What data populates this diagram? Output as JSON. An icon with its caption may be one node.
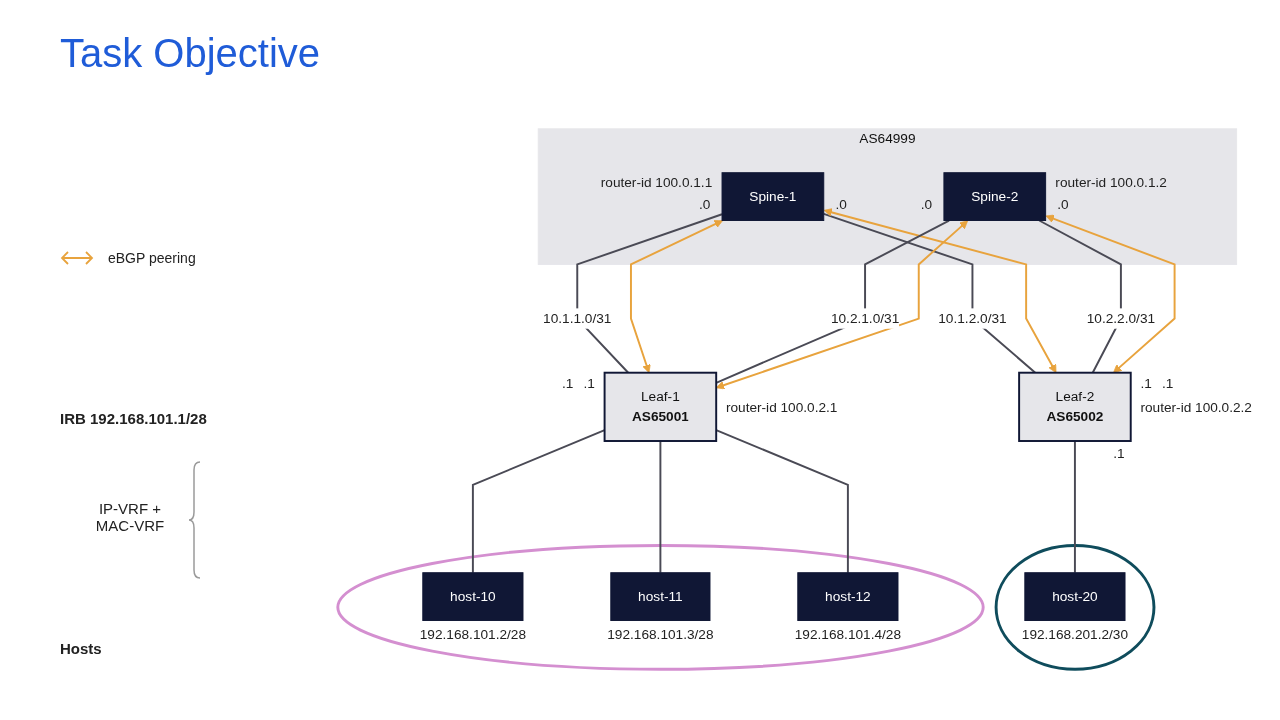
{
  "diagram": {
    "title": "Task Objective",
    "nodes": [
      {
        "text": [
          "AS64999"
        ]
      },
      {
        "text": [
          "Spine-1"
        ],
        "in": 0,
        "beside": [
          "router-id 100.0.1.1",
          ".0",
          ".0"
        ]
      },
      {
        "text": [
          "Spine-2"
        ],
        "in": 0,
        "beside": [
          "router-id 100.0.1.2",
          ".0",
          ".0"
        ]
      },
      {
        "text": [
          "Leaf-1",
          "AS65001"
        ],
        "beside": [
          ".1",
          ".1",
          "router-id 100.0.2.1"
        ]
      },
      {
        "text": [
          "Leaf-2",
          "AS65002"
        ],
        "beside": [
          ".1",
          ".1",
          "router-id 100.0.2.2",
          ".1"
        ]
      },
      {
        "text": [],
        "shape": "ellipse"
      },
      {
        "text": [
          "host-10"
        ],
        "in": 5,
        "beside": [
          "192.168.101.2/28"
        ]
      },
      {
        "text": [
          "host-11"
        ],
        "in": 5,
        "beside": [
          "192.168.101.3/28"
        ]
      },
      {
        "text": [
          "host-12"
        ],
        "in": 5,
        "beside": [
          "192.168.101.4/28"
        ]
      },
      {
        "text": [],
        "shape": "ellipse"
      },
      {
        "text": [
          "host-20"
        ],
        "in": 9,
        "beside": [
          "192.168.201.2/30"
        ]
      }
    ],
    "edges": [
      {
        "from": 1,
        "to": 3,
        "arrow": "none",
        "label": "10.1.1.0/31"
      },
      {
        "from": 1,
        "to": 3,
        "arrow": "both",
        "color": "#e8a33d"
      },
      {
        "from": 1,
        "to": 4,
        "arrow": "none",
        "label": "10.1.2.0/31"
      },
      {
        "from": 1,
        "to": 4,
        "arrow": "both",
        "color": "#e8a33d"
      },
      {
        "from": 2,
        "to": 3,
        "arrow": "none",
        "label": "10.2.1.0/31"
      },
      {
        "from": 2,
        "to": 3,
        "arrow": "both",
        "color": "#e8a33d"
      },
      {
        "from": 2,
        "to": 4,
        "arrow": "none",
        "label": "10.2.2.0/31"
      },
      {
        "from": 2,
        "to": 4,
        "arrow": "both",
        "color": "#e8a33d"
      },
      {
        "from": 3,
        "to": 6,
        "arrow": "none"
      },
      {
        "from": 3,
        "to": 7,
        "arrow": "none"
      },
      {
        "from": 3,
        "to": 8,
        "arrow": "none"
      },
      {
        "from": 4,
        "to": 10,
        "arrow": "none"
      }
    ],
    "labels": [
      "IRB 192.168.101.1/28",
      "IP-VRF + MAC-VRF",
      "Hosts"
    ],
    "legend": [
      {
        "text": "eBGP peering"
      }
    ]
  }
}
